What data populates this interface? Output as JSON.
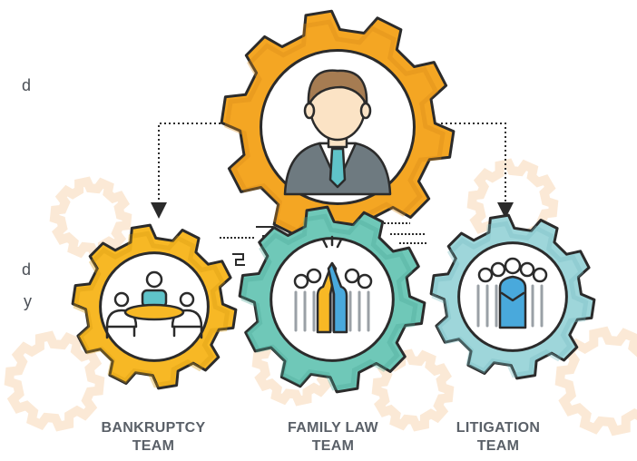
{
  "left_text_fragments": [
    "d",
    "d",
    "y"
  ],
  "teams": [
    {
      "line1": "BANKRUPTCY",
      "line2": "TEAM",
      "gear_color": "#F7B825",
      "gear_dark": "#D89A12",
      "icon": "meeting-table-icon"
    },
    {
      "line1": "FAMILY LAW",
      "line2": "TEAM",
      "gear_color": "#6FC8B8",
      "gear_dark": "#4EAA99",
      "icon": "high-five-group-icon"
    },
    {
      "line1": "LITIGATION",
      "line2": "TEAM",
      "gear_color": "#9ED6DA",
      "gear_dark": "#78BCC2",
      "icon": "crowd-leader-icon"
    }
  ],
  "top_gear": {
    "gear_color": "#F4A623",
    "gear_dark": "#D8891A",
    "icon": "businessman-icon"
  },
  "colors": {
    "outline": "#2B2B2B",
    "skin": "#FBE3C5",
    "hair": "#A67C52",
    "suit": "#6E7A80",
    "shirt": "#FFFFFF",
    "tie": "#5FC3C9",
    "watermark": "#FBE9D6"
  }
}
